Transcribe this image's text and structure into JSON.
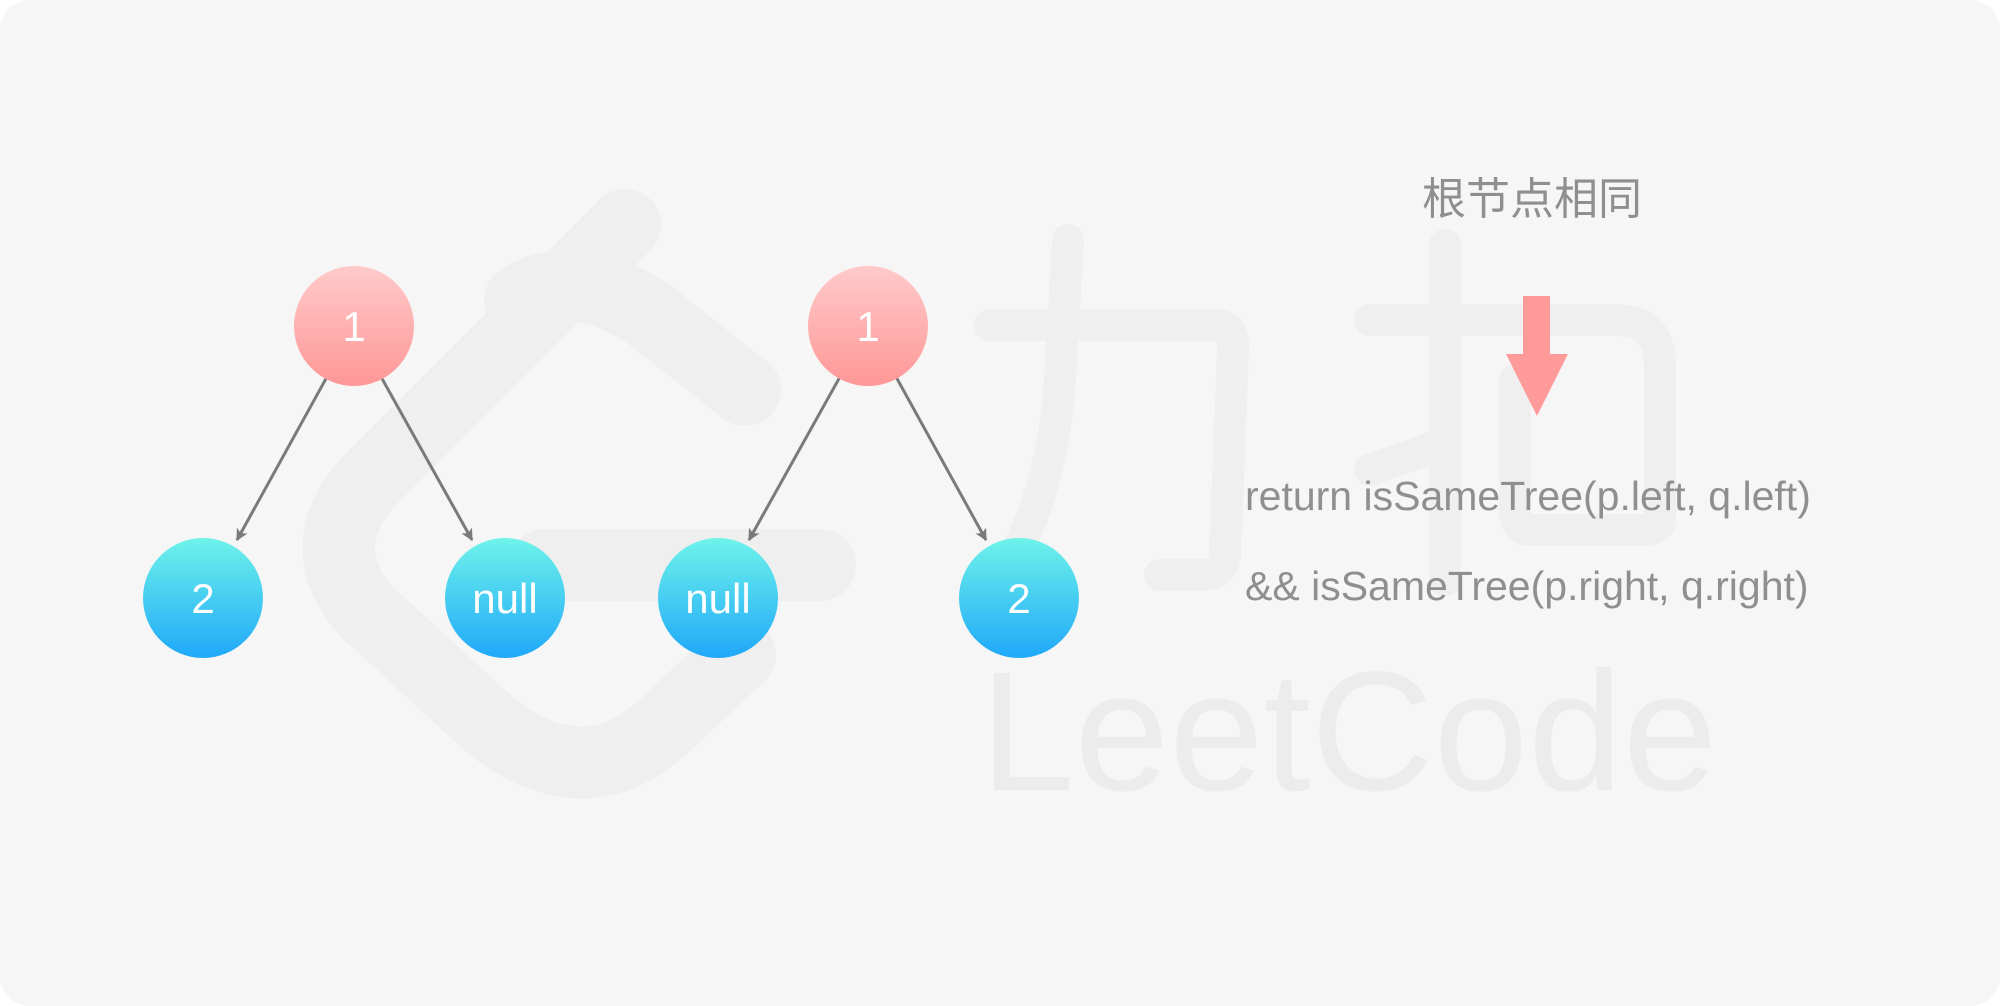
{
  "trees": [
    {
      "root": {
        "label": "1"
      },
      "left": {
        "label": "2"
      },
      "right": {
        "label": "null"
      }
    },
    {
      "root": {
        "label": "1"
      },
      "left": {
        "label": "null"
      },
      "right": {
        "label": "2"
      }
    }
  ],
  "annotation": {
    "caption": "根节点相同",
    "code_line_1": "return isSameTree(p.left, q.left)",
    "code_line_2": "&& isSameTree(p.right, q.right)"
  },
  "watermark": {
    "text": "LeetCode"
  },
  "colors": {
    "root_top": "#ffc8c8",
    "root_bottom": "#ff9a9a",
    "child_top": "#6ef2ea",
    "child_bottom": "#20aaf8",
    "edge": "#7a7a7a",
    "arrow": "#ff9a9a"
  }
}
